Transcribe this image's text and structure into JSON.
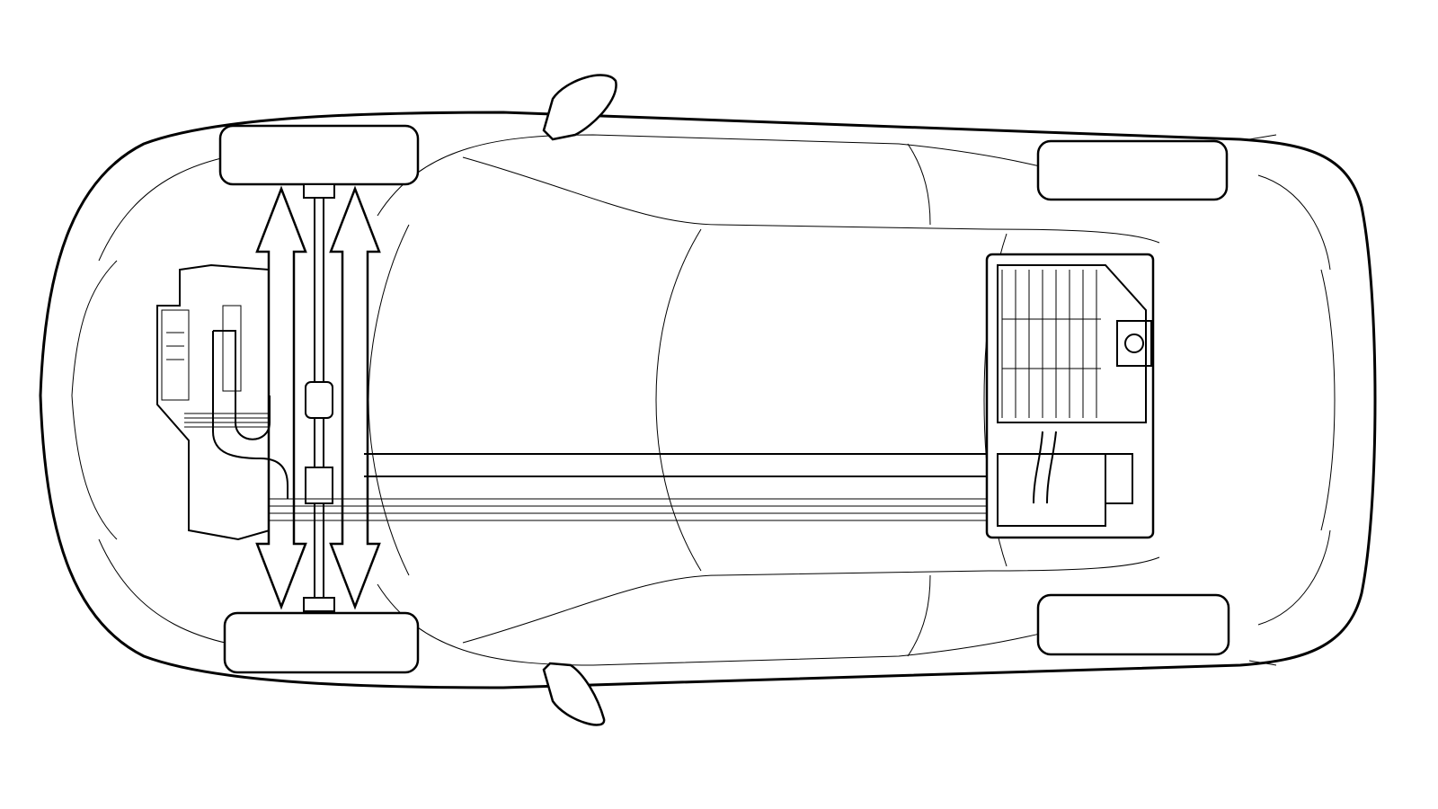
{
  "diagram": {
    "subject": "car-top-view-cutaway",
    "colors": {
      "line": "#000000",
      "background": "#ffffff"
    },
    "icons": [
      "car-body",
      "wheel",
      "mirror",
      "engine",
      "double-arrow",
      "fuel-pipe",
      "battery-pack"
    ]
  }
}
